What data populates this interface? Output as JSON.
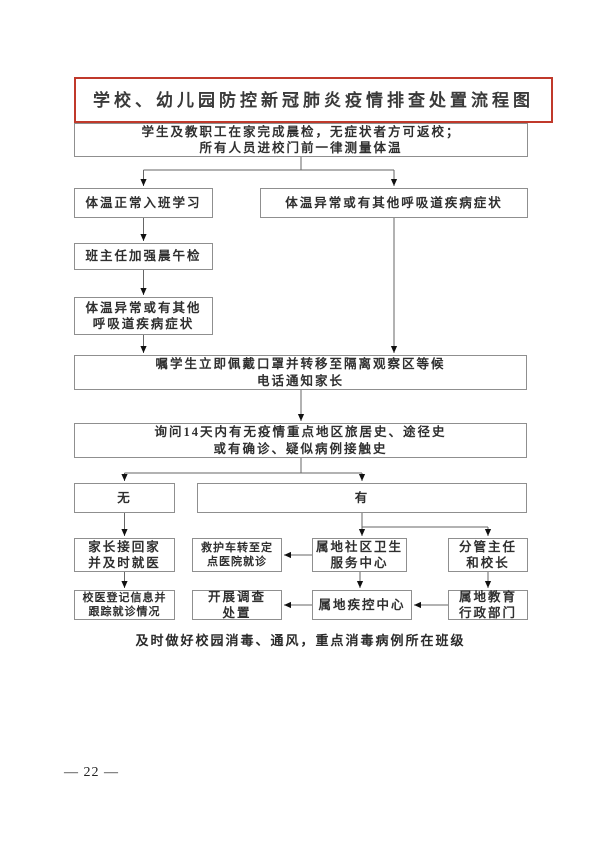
{
  "title": {
    "text": "学校、幼儿园防控新冠肺炎疫情排查处置流程图",
    "border_color": "#c0392b"
  },
  "flowchart": {
    "nodes": {
      "entry_check": {
        "line1": "学生及教职工在家完成晨检，无症状者方可返校；",
        "line2": "所有人员进校门前一律测量体温"
      },
      "normal_temp": {
        "line1": "体温正常入班学习"
      },
      "abnormal_gate": {
        "line1": "体温异常或有其他呼吸道疾病症状"
      },
      "teacher_check": {
        "line1": "班主任加强晨午检"
      },
      "abnormal_class": {
        "line1": "体温异常或有其他",
        "line2": "呼吸道疾病症状"
      },
      "mask_isolation": {
        "line1": "嘱学生立即佩戴口罩并转移至隔离观察区等候",
        "line2": "电话通知家长"
      },
      "ask_history": {
        "line1": "询问14天内有无疫情重点地区旅居史、途径史",
        "line2": "或有确诊、疑似病例接触史"
      },
      "no": {
        "line1": "无"
      },
      "yes": {
        "line1": "有"
      },
      "parents_pickup": {
        "line1": "家长接回家",
        "line2": "并及时就医"
      },
      "ambulance": {
        "line1": "救护车转至定",
        "line2": "点医院就诊"
      },
      "community": {
        "line1": "属地社区卫生",
        "line2": "服务中心"
      },
      "director": {
        "line1": "分管主任",
        "line2": "和校长"
      },
      "school_doctor": {
        "line1": "校医登记信息并",
        "line2": "跟踪就诊情况"
      },
      "investigation": {
        "line1": "开展调查",
        "line2": "处置"
      },
      "cdc": {
        "line1": "属地疾控中心"
      },
      "edu_dept": {
        "line1": "属地教育",
        "line2": "行政部门"
      }
    },
    "footer_note": "及时做好校园消毒、通风，重点消毒病例所在班级",
    "line_color": "#666666",
    "arrow_color": "#111111"
  },
  "page": {
    "page_number": "— 22 —"
  }
}
